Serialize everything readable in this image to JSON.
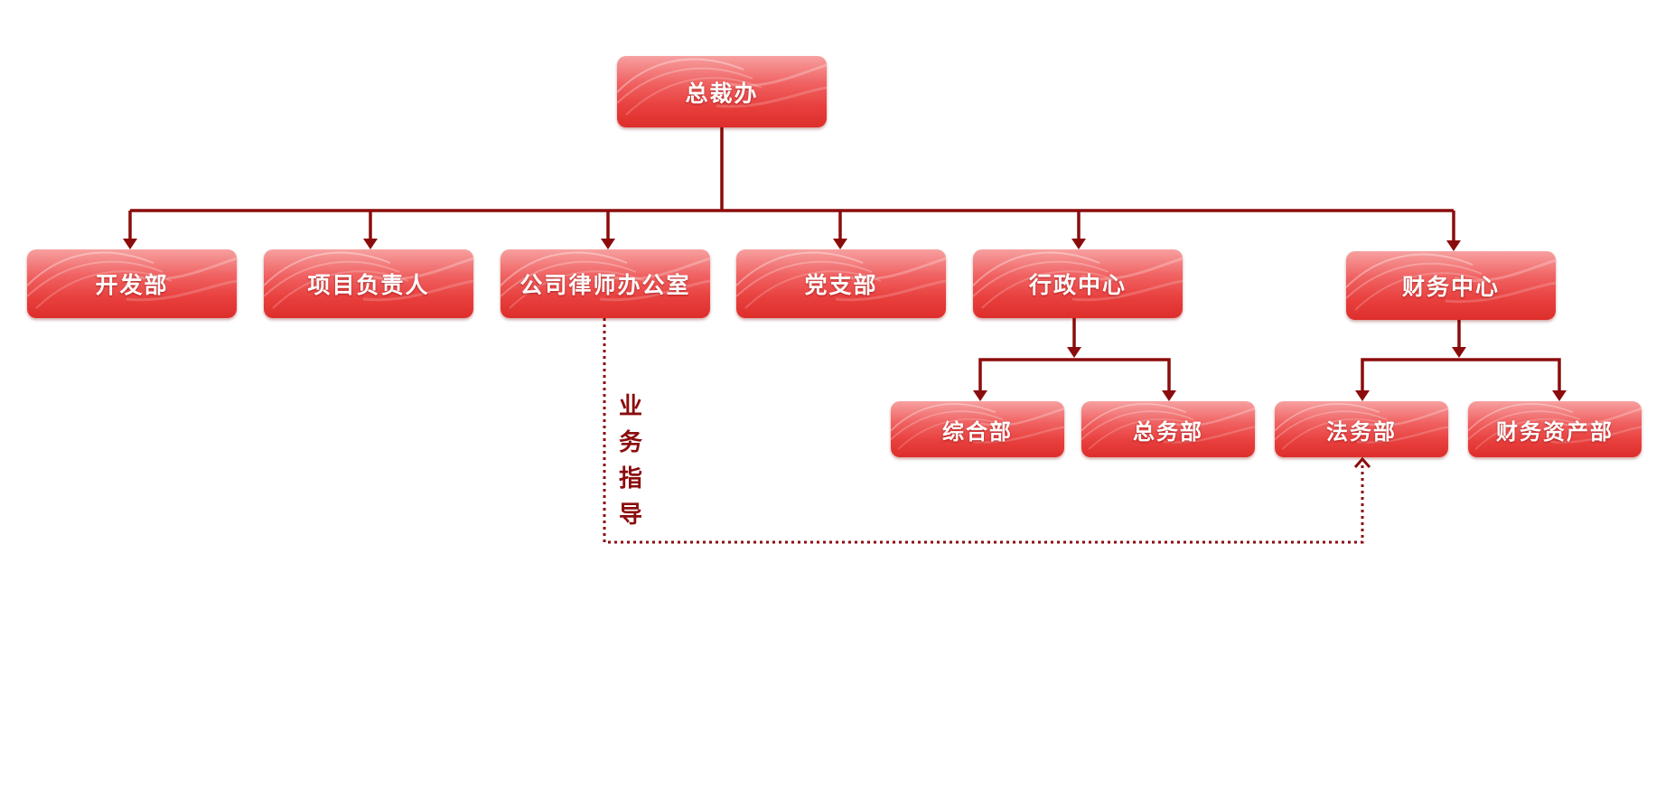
{
  "colors": {
    "connector": "#8b0c0c",
    "node_fill": "#e8403e",
    "node_text": "#ffffff"
  },
  "nodes": {
    "ceo": "总裁办",
    "dev": "开发部",
    "project": "项目负责人",
    "legal_office": "公司律师办公室",
    "party": "党支部",
    "admin_center": "行政中心",
    "finance_center": "财务中心",
    "general": "综合部",
    "affairs": "总务部",
    "legal": "法务部",
    "finance_assets": "财务资产部"
  },
  "dotted_link": {
    "label_chars": [
      "业",
      "务",
      "指",
      "导"
    ]
  }
}
